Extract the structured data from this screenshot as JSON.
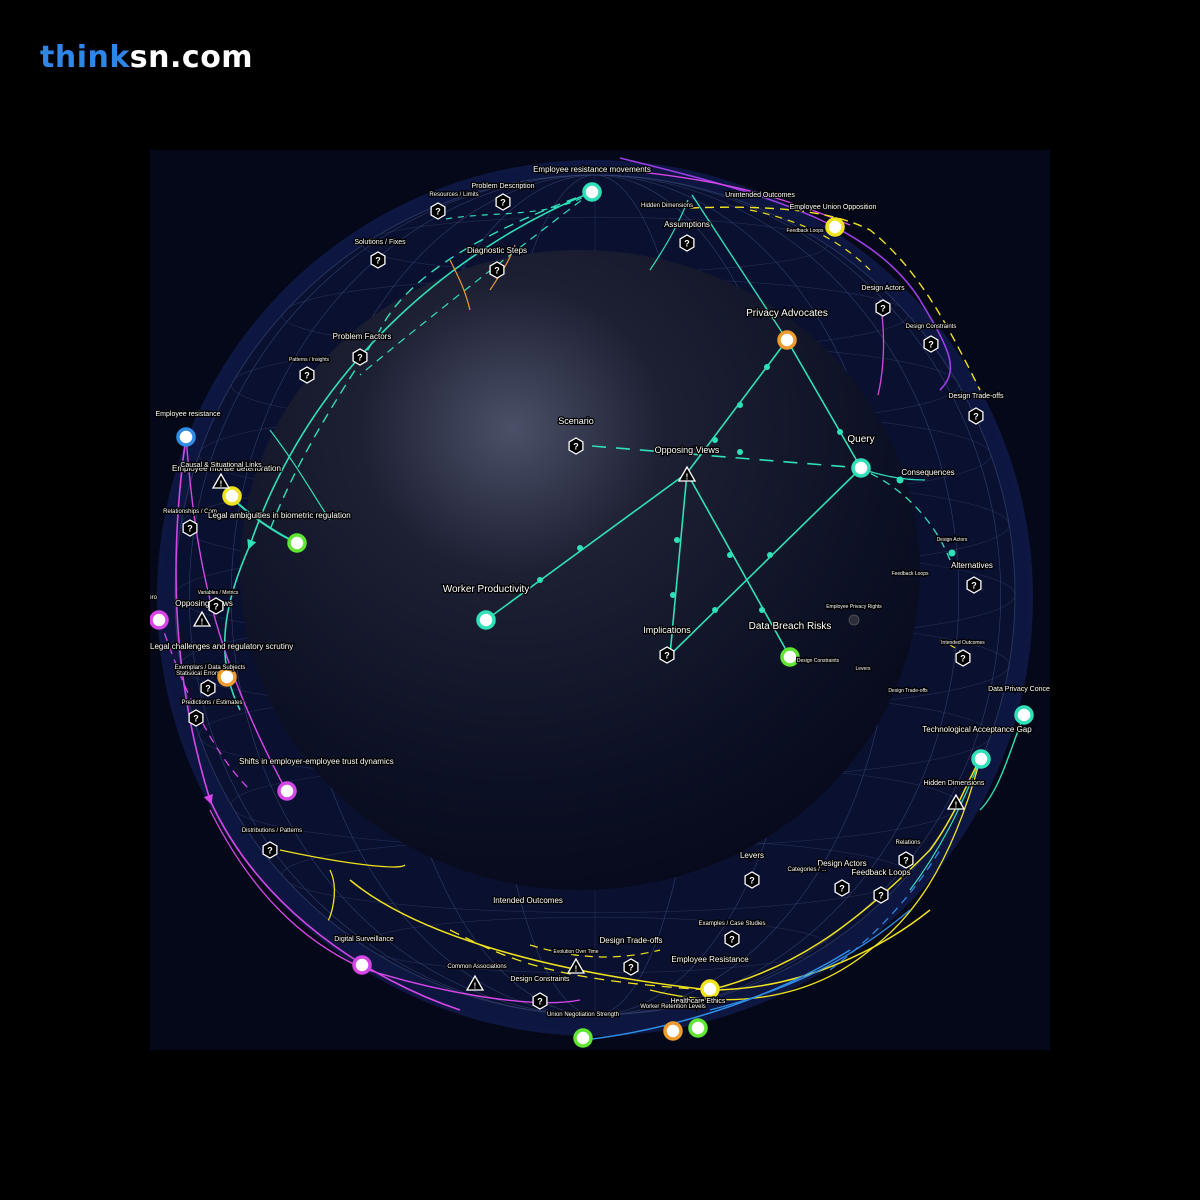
{
  "brand": {
    "part1": "think",
    "part2": "sn.com"
  },
  "colors": {
    "teal": "#2fe0b9",
    "magenta": "#d546e6",
    "yellow": "#f0e21c",
    "blue": "#2f8de6",
    "orange": "#ee9a2e",
    "green": "#5ee632",
    "purple": "#9b3ee6",
    "white": "#ffffff",
    "grid": "#3b4a78",
    "bg": "#050a1f"
  },
  "inner_nodes": [
    {
      "id": "privacy",
      "label": "Privacy Advocates",
      "kind": "circle",
      "ring": "orange"
    },
    {
      "id": "query",
      "label": "Query",
      "kind": "circle",
      "ring": "teal"
    },
    {
      "id": "scenario",
      "label": "Scenario",
      "kind": "question"
    },
    {
      "id": "opposing",
      "label": "Opposing Views",
      "kind": "warning"
    },
    {
      "id": "worker",
      "label": "Worker Productivity",
      "kind": "circle",
      "ring": "teal"
    },
    {
      "id": "implications",
      "label": "Implications",
      "kind": "question"
    },
    {
      "id": "breach",
      "label": "Data Breach Risks",
      "kind": "circle",
      "ring": "green"
    },
    {
      "id": "consequences",
      "label": "Consequences",
      "kind": "dot"
    },
    {
      "id": "alternatives",
      "label": "Alternatives",
      "kind": "question"
    },
    {
      "id": "assumptions",
      "label": "Assumptions",
      "kind": "question"
    },
    {
      "id": "emp_rights",
      "label": "Employee Privacy Rights",
      "kind": "dark"
    }
  ],
  "rim_nodes": [
    {
      "label": "Employee resistance movements",
      "kind": "circle",
      "ring": "teal"
    },
    {
      "label": "Problem Description",
      "kind": "question"
    },
    {
      "label": "Resources / Limits",
      "kind": "question"
    },
    {
      "label": "Solutions / Fixes",
      "kind": "question"
    },
    {
      "label": "Diagnostic Steps",
      "kind": "question"
    },
    {
      "label": "Problem Factors",
      "kind": "question"
    },
    {
      "label": "Patterns / Insights",
      "kind": "question"
    },
    {
      "label": "Hidden Dimensions",
      "kind": "none"
    },
    {
      "label": "Unintended Outcomes",
      "kind": "none"
    },
    {
      "label": "Employee Union Opposition",
      "kind": "circle",
      "ring": "yellow"
    },
    {
      "label": "Feedback Loops",
      "kind": "none"
    },
    {
      "label": "Design Actors",
      "kind": "question"
    },
    {
      "label": "Design Constraints",
      "kind": "question"
    },
    {
      "label": "Design Trade-offs",
      "kind": "question"
    },
    {
      "label": "Design Actors",
      "kind": "dot"
    },
    {
      "label": "Feedback Loops",
      "kind": "none"
    },
    {
      "label": "Intended Outcomes",
      "kind": "question"
    },
    {
      "label": "Design Constraints",
      "kind": "none"
    },
    {
      "label": "Levers",
      "kind": "none"
    },
    {
      "label": "Design Trade-offs",
      "kind": "none"
    },
    {
      "label": "Data Privacy Conce",
      "kind": "circle",
      "ring": "teal"
    },
    {
      "label": "Technological Acceptance Gap",
      "kind": "circle",
      "ring": "teal"
    },
    {
      "label": "Hidden Dimensions",
      "kind": "warning"
    },
    {
      "label": "Relations",
      "kind": "question"
    },
    {
      "label": "Feedback Loops",
      "kind": "question"
    },
    {
      "label": "Design Actors",
      "kind": "question"
    },
    {
      "label": "Categories / ...",
      "kind": "none"
    },
    {
      "label": "Levers",
      "kind": "question"
    },
    {
      "label": "Examples / Case Studies",
      "kind": "question"
    },
    {
      "label": "Employee Resistance",
      "kind": "circle",
      "ring": "yellow"
    },
    {
      "label": "Healthcare Ethics",
      "kind": "circle",
      "ring": "green"
    },
    {
      "label": "Worker Retention Levels",
      "kind": "circle",
      "ring": "orange"
    },
    {
      "label": "Union Negotiation Strength",
      "kind": "circle",
      "ring": "green"
    },
    {
      "label": "Design Trade-offs",
      "kind": "question"
    },
    {
      "label": "Evolution Over Time",
      "kind": "warning"
    },
    {
      "label": "Design Constraints",
      "kind": "question"
    },
    {
      "label": "Intended Outcomes",
      "kind": "none"
    },
    {
      "label": "Common Associations",
      "kind": "warning"
    },
    {
      "label": "Digital Surveillance",
      "kind": "circle",
      "ring": "magenta"
    },
    {
      "label": "Distributions / Patterns",
      "kind": "question"
    },
    {
      "label": "Shifts in employer-employee trust dynamics",
      "kind": "circle",
      "ring": "magenta"
    },
    {
      "label": "Predictions / Estimates",
      "kind": "question"
    },
    {
      "label": "Statistical Errors",
      "kind": "question"
    },
    {
      "label": "Exemplars / Data Subjects",
      "kind": "circle",
      "ring": "orange"
    },
    {
      "label": "Legal challenges and regulatory scrutiny",
      "kind": "none"
    },
    {
      "label": "Opposing Views",
      "kind": "warning"
    },
    {
      "label": "Variables / Metrics",
      "kind": "question"
    },
    {
      "label": "Ingeniero",
      "kind": "circle",
      "ring": "magenta"
    },
    {
      "label": "Relationships / Com",
      "kind": "question"
    },
    {
      "label": "Legal ambiguities in biometric regulation",
      "kind": "circle",
      "ring": "green"
    },
    {
      "label": "Employee morale deterioration",
      "kind": "circle",
      "ring": "yellow"
    },
    {
      "label": "Causal & Situational Links",
      "kind": "warning"
    },
    {
      "label": "Employee resistance",
      "kind": "circle",
      "ring": "blue"
    }
  ]
}
